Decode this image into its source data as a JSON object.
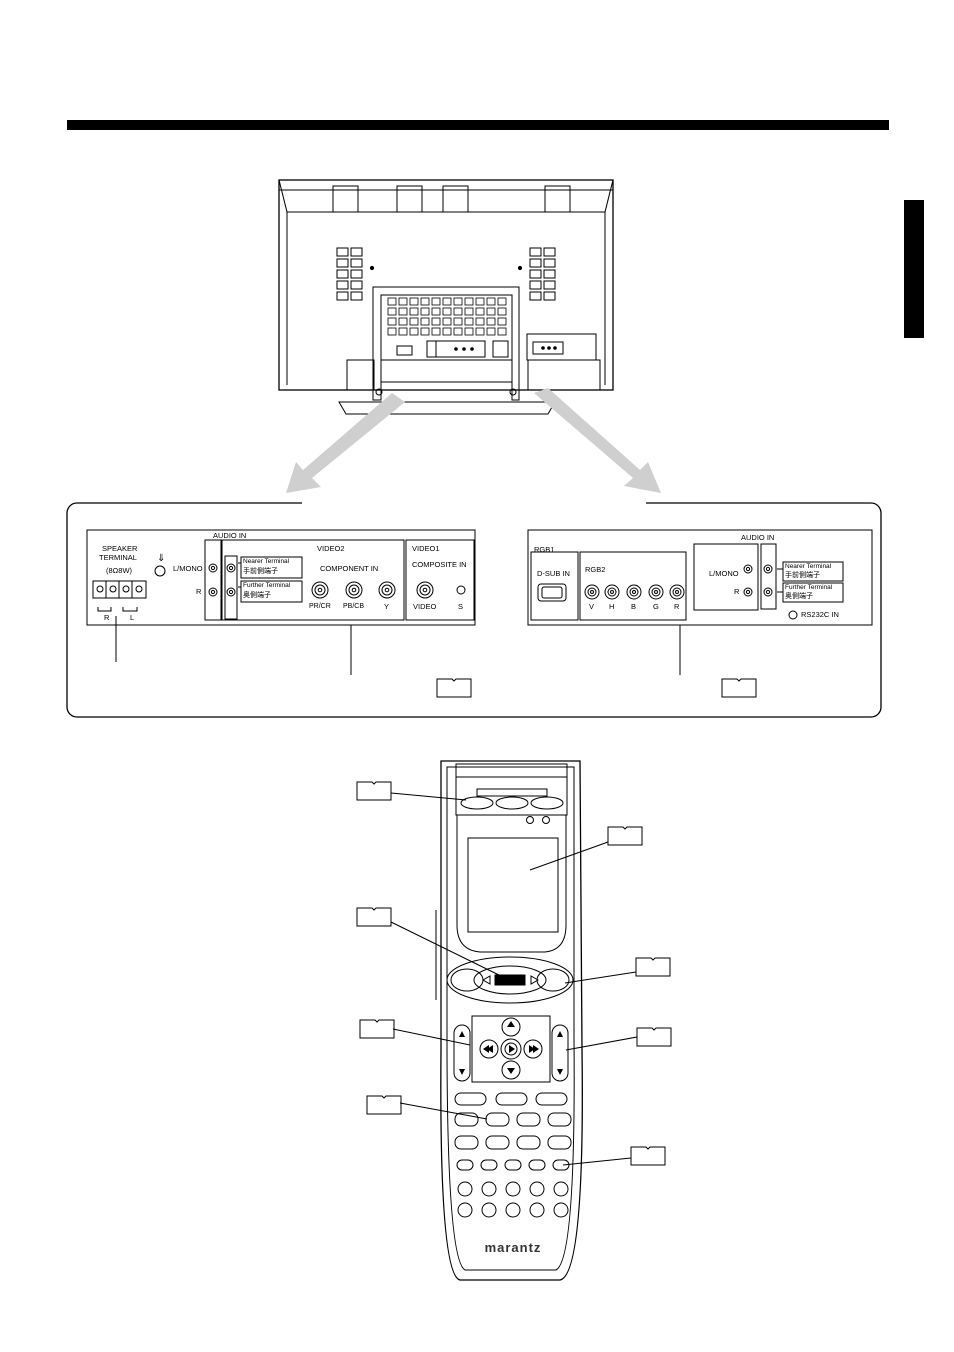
{
  "panel_left": {
    "audio_in": "AUDIO  IN",
    "speaker": {
      "line1": "SPEAKER",
      "line2": "TERMINAL",
      "ohm": "(8Ω8W)",
      "arrow": "⇓",
      "r": "R",
      "l": "L"
    },
    "l_mono": "L/MONO",
    "r": "R",
    "nearer": {
      "en": "Nearer Terminal",
      "jp": "手前側端子"
    },
    "further": {
      "en": "Further Terminal",
      "jp": "奥側端子"
    },
    "video2": "VIDEO2",
    "component_in": "COMPONENT   IN",
    "pr": "PR/CR",
    "pb": "PB/CB",
    "y": "Y",
    "video1": "VIDEO1",
    "composite_in": "COMPOSITE  IN",
    "video": "VIDEO",
    "s": "S"
  },
  "panel_right": {
    "rgb1": "RGB1",
    "dsub": "D-SUB  IN",
    "rgb2": "RGB2",
    "audio_in": "AUDIO   IN",
    "l_mono": "L/MONO",
    "r": "R",
    "v": "V",
    "h": "H",
    "b": "B",
    "g": "G",
    "rr": "R",
    "nearer": {
      "en": "Nearer Terminal",
      "jp": "手前側端子"
    },
    "further": {
      "en": "Further Terminal",
      "jp": "奥側端子"
    },
    "rs232c": "RS232C  IN"
  },
  "remote": {
    "brand": "marantz"
  }
}
